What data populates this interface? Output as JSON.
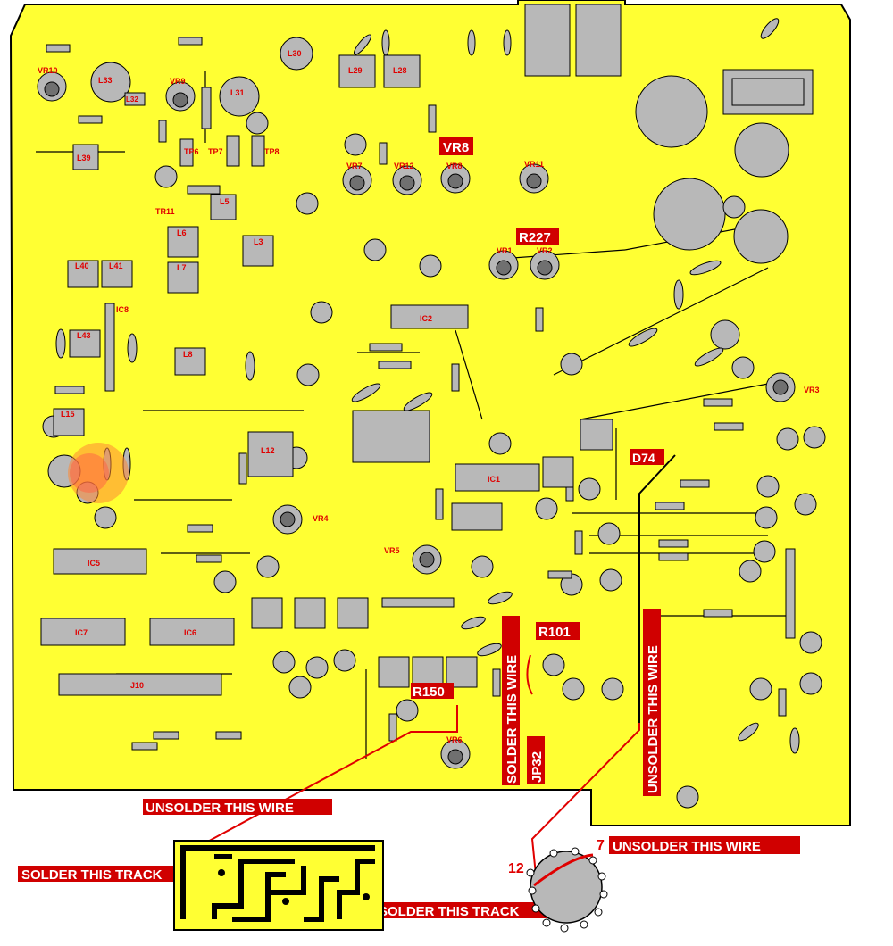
{
  "components": {
    "pots": [
      "VR10",
      "VR9",
      "VR7",
      "VR12",
      "VR8",
      "VR11",
      "VR1",
      "VR2",
      "VR3",
      "VR4",
      "VR5",
      "VR6"
    ],
    "inductors": [
      "L33",
      "L32",
      "L30",
      "L31",
      "L29",
      "L28",
      "L39",
      "L5",
      "L6",
      "L3",
      "L7",
      "L40",
      "L41",
      "L43",
      "L8",
      "L15",
      "L12"
    ],
    "ics": [
      "IC2",
      "IC8",
      "IC1",
      "IC5",
      "IC7",
      "IC6",
      "J10"
    ],
    "test_points": [
      "TP6",
      "TP7",
      "TP8"
    ],
    "transistor": "TR11"
  },
  "highlights": {
    "vr8": "VR8",
    "r227": "R227",
    "d74": "D74",
    "r101": "R101",
    "r150": "R150",
    "jp32": "JP32"
  },
  "callouts": {
    "solder_wire": "SOLDER THIS WIRE",
    "unsolder_wire_right": "UNSOLDER THIS WIRE",
    "unsolder_wire_left": "UNSOLDER THIS WIRE",
    "unsolder_wire_switch": "UNSOLDER THIS WIRE",
    "solder_track_left": "SOLDER THIS TRACK",
    "solder_track_bottom": "SOLDER THIS TRACK"
  },
  "switch_labels": {
    "pos12": "12",
    "pos7": "7"
  },
  "colors": {
    "board": "#ffff33",
    "component": "#b8b8b8",
    "label": "#e00000",
    "callout_bg": "#d00000",
    "wire": "#e00000"
  }
}
